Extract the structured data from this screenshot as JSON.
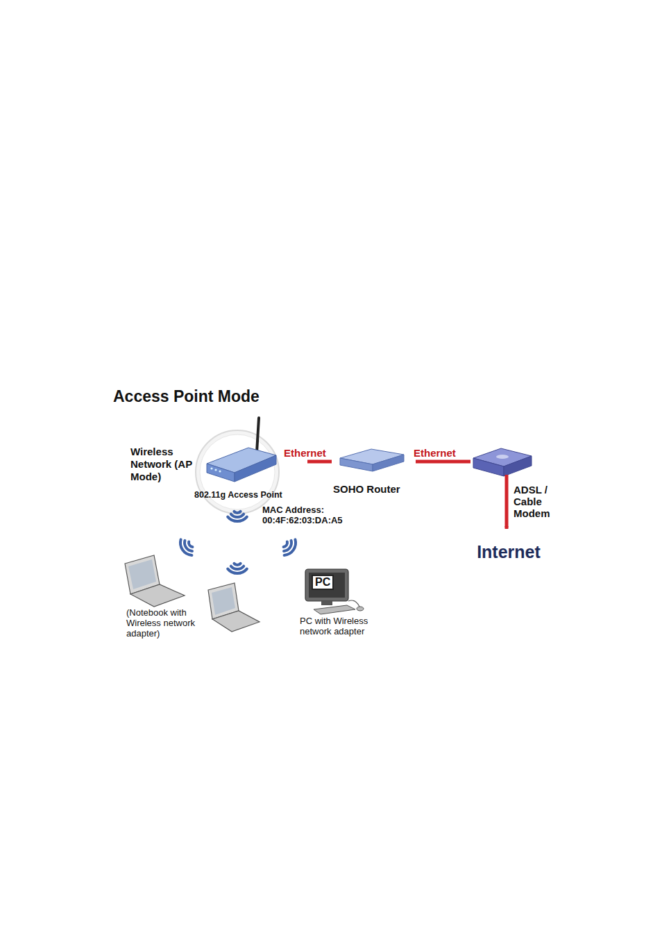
{
  "diagram": {
    "title": "Access Point Mode",
    "nodes": [
      {
        "text": [
          "Wireless Network (AP Mode)"
        ]
      },
      {
        "text": [
          "802.11g Access Point"
        ],
        "in": 0
      },
      {
        "text": [
          "SOHO Router"
        ]
      },
      {
        "text": [
          "ADSL / Cable Modem"
        ]
      },
      {
        "text": [
          "Internet"
        ]
      },
      {
        "text": [
          "(Notebook with Wireless network adapter)"
        ],
        "in": 0
      },
      {
        "text": [
          "PC",
          "PC with Wireless network adapter"
        ],
        "in": 0
      }
    ],
    "edges": [
      {
        "from": 1,
        "to": 2,
        "label": "Ethernet",
        "arrow": "none"
      },
      {
        "from": 2,
        "to": 3,
        "label": "Ethernet",
        "arrow": "none"
      },
      {
        "from": 3,
        "to": 4,
        "arrow": "none"
      }
    ],
    "labels": [
      "MAC Address: 00:4F:62:03:DA:A5"
    ]
  }
}
